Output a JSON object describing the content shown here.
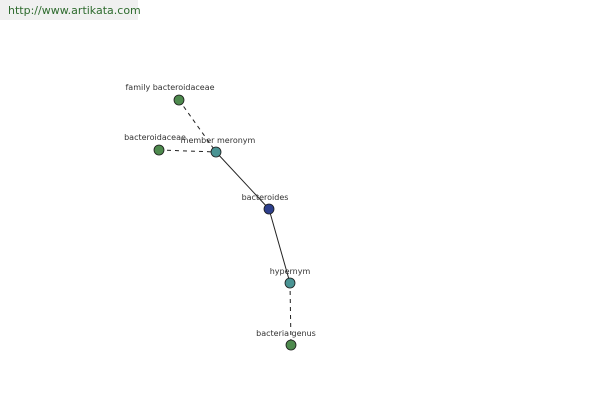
{
  "header": {
    "url": "http://www.artikata.com"
  },
  "graph": {
    "nodes": [
      {
        "id": "family_bacteroidaceae",
        "label": "family bacteroidaceae",
        "color": "#4e8a4e"
      },
      {
        "id": "bacteroidaceae",
        "label": "bacteroidaceae",
        "color": "#4e8a4e"
      },
      {
        "id": "member_meronym",
        "label": "member meronym",
        "color": "#4a9494"
      },
      {
        "id": "bacteroides",
        "label": "bacteroides",
        "color": "#2d3f8c"
      },
      {
        "id": "hypernym",
        "label": "hypernym",
        "color": "#4a9494"
      },
      {
        "id": "bacteria_genus",
        "label": "bacteria genus",
        "color": "#4e8a4e"
      }
    ],
    "edges": [
      {
        "from": "family_bacteroidaceae",
        "to": "member_meronym",
        "style": "dashed"
      },
      {
        "from": "bacteroidaceae",
        "to": "member_meronym",
        "style": "dashed"
      },
      {
        "from": "member_meronym",
        "to": "bacteroides",
        "style": "solid"
      },
      {
        "from": "bacteroides",
        "to": "hypernym",
        "style": "solid"
      },
      {
        "from": "hypernym",
        "to": "bacteria_genus",
        "style": "dashed"
      }
    ]
  }
}
